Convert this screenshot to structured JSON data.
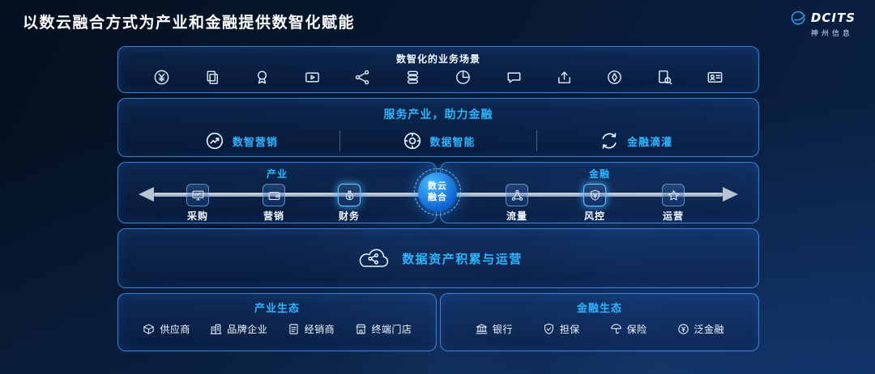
{
  "page": {
    "title": "以数云融合方式为产业和金融提供数智化赋能"
  },
  "logo": {
    "name": "DCITS",
    "subtitle": "神州信息"
  },
  "colors": {
    "accent": "#2EB5FF",
    "panel_border": "#569EF5",
    "arrow": "#B9C4D2",
    "background": "#071830"
  },
  "scenes": {
    "title": "数智化的业务场景",
    "icons": [
      "currency-circle-icon",
      "documents-icon",
      "medal-icon",
      "media-player-icon",
      "network-icon",
      "stack-icon",
      "pie-chart-icon",
      "chat-icon",
      "upload-box-icon",
      "compass-icon",
      "doc-search-icon",
      "id-card-icon"
    ]
  },
  "services": {
    "title": "服务产业，助力金融",
    "items": [
      {
        "label": "数智营销",
        "icon": "marketing-icon"
      },
      {
        "label": "数据智能",
        "icon": "data-intelligence-icon"
      },
      {
        "label": "金融滴灌",
        "icon": "finance-irrigation-icon"
      }
    ]
  },
  "industry_chain": {
    "title": "产业",
    "nodes": [
      {
        "label": "采购",
        "icon": "monitor-icon"
      },
      {
        "label": "营销",
        "icon": "wallet-icon"
      },
      {
        "label": "财务",
        "icon": "moneybag-icon"
      }
    ]
  },
  "finance_chain": {
    "title": "金融",
    "nodes": [
      {
        "label": "流量",
        "icon": "flow-network-icon"
      },
      {
        "label": "风控",
        "icon": "shield-icon"
      },
      {
        "label": "运营",
        "icon": "star-icon"
      }
    ]
  },
  "fusion_hub": {
    "line1": "数云",
    "line2": "融合"
  },
  "data_asset": {
    "title": "数据资产积累与运营",
    "icon": "cloud-icon"
  },
  "industry_eco": {
    "title": "产业生态",
    "items": [
      {
        "label": "供应商",
        "icon": "box-icon"
      },
      {
        "label": "品牌企业",
        "icon": "building-icon"
      },
      {
        "label": "经销商",
        "icon": "clipboard-icon"
      },
      {
        "label": "终端门店",
        "icon": "store-icon"
      }
    ]
  },
  "finance_eco": {
    "title": "金融生态",
    "items": [
      {
        "label": "银行",
        "icon": "bank-icon"
      },
      {
        "label": "担保",
        "icon": "guarantee-shield-icon"
      },
      {
        "label": "保险",
        "icon": "umbrella-icon"
      },
      {
        "label": "泛金融",
        "icon": "coin-icon"
      }
    ]
  }
}
